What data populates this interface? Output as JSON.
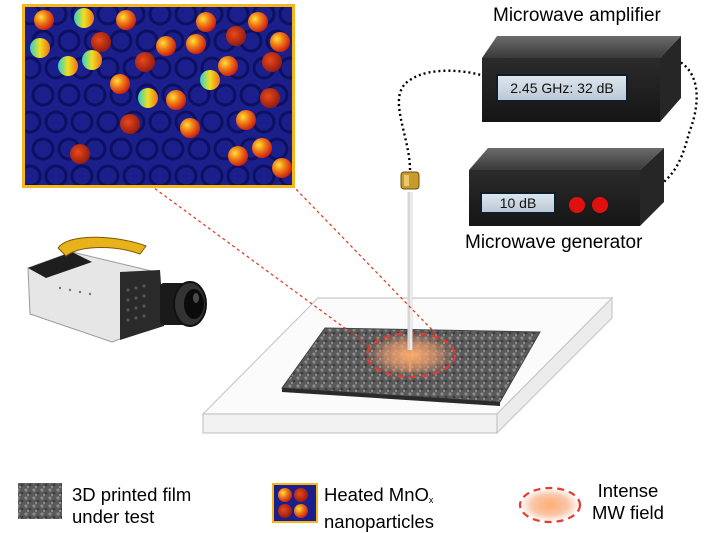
{
  "labels": {
    "amplifier_title": "Microwave amplifier",
    "amplifier_display": "2.45 GHz: 32 dB",
    "generator_display": "10 dB",
    "generator_title": "Microwave generator"
  },
  "legend": {
    "film_line1": "3D printed film",
    "film_line2": "under test",
    "particles_line1_prefix": "Heated MnO",
    "particles_line1_sub": "x",
    "particles_line2": "nanoparticles",
    "field_line1": "Intense",
    "field_line2": "MW field"
  },
  "colors": {
    "inset_border": "#f5b81c",
    "inset_background": "#1a1f8c",
    "field_circle": "#e63b2e",
    "leader_line": "#e0341e",
    "indicator_lights": "#e01010"
  }
}
